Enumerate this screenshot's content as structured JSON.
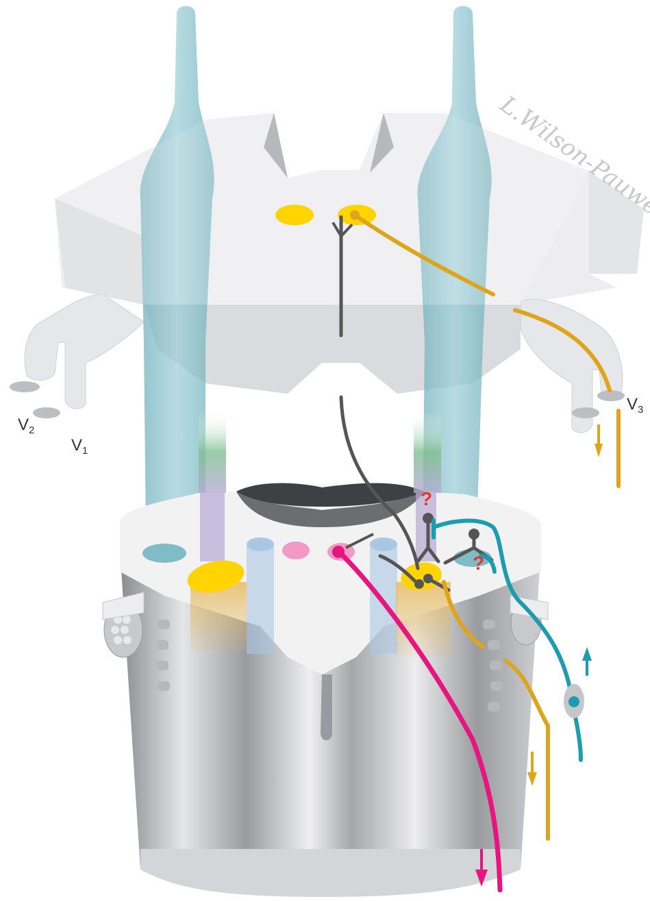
{
  "labels": {
    "v1": {
      "main": "V",
      "sub": "1"
    },
    "v2": {
      "main": "V",
      "sub": "2"
    },
    "v3": {
      "main": "V",
      "sub": "3"
    },
    "question_1": "?",
    "question_2": "?"
  },
  "signature": "L.Wilson-Pauwels",
  "colors": {
    "tissue": "#e7e8ea",
    "tissue_face": "#d8d9dc",
    "tissue_dark": "#9a9b9e",
    "tract": "#7fbcc6",
    "tract_light": "#b9dbe0",
    "nucleus_yellow": "#ffd400",
    "fiber_gold": "#dea51c",
    "fiber_magenta": "#e6157f",
    "fiber_teal": "#1d9cb0",
    "interneuron": "#555555",
    "question": "#e03a2f",
    "pink_tract": "#f19ac6",
    "blue_tract": "#a9c7e3",
    "violet_tract": "#b6a9d3",
    "green_tract": "#7fbf8f"
  }
}
